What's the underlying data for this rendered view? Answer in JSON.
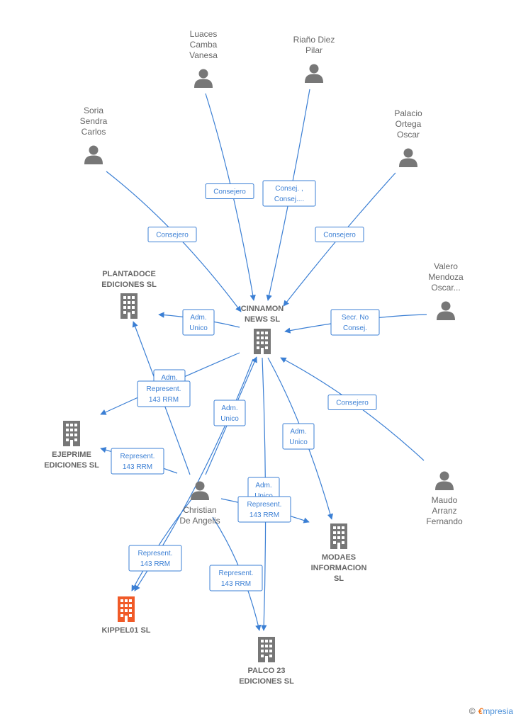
{
  "brand": {
    "symbol": "©",
    "initial": "€",
    "rest": "mpresia"
  },
  "colors": {
    "edge": "#3b7fd4",
    "node": "#777777",
    "focus_company": "#f05a28",
    "label": "#666666"
  },
  "nodes": [
    {
      "id": "luaces",
      "type": "person",
      "lines": [
        "Luaces",
        "Camba",
        "Vanesa"
      ]
    },
    {
      "id": "riano",
      "type": "person",
      "lines": [
        "Riaño Diez",
        "Pilar"
      ]
    },
    {
      "id": "soria",
      "type": "person",
      "lines": [
        "Soria",
        "Sendra",
        "Carlos"
      ]
    },
    {
      "id": "palacio",
      "type": "person",
      "lines": [
        "Palacio",
        "Ortega",
        "Oscar"
      ]
    },
    {
      "id": "valero",
      "type": "person",
      "lines": [
        "Valero",
        "Mendoza",
        "Oscar..."
      ]
    },
    {
      "id": "maudo",
      "type": "person",
      "lines": [
        "Maudo",
        "Arranz",
        "Fernando"
      ]
    },
    {
      "id": "christian",
      "type": "person",
      "lines": [
        "Christian",
        "De Angelis"
      ]
    },
    {
      "id": "cinnamon",
      "type": "company",
      "lines": [
        "CINNAMON",
        "NEWS  SL"
      ]
    },
    {
      "id": "plantadoce",
      "type": "company",
      "lines": [
        "PLANTADOCE",
        "EDICIONES  SL"
      ]
    },
    {
      "id": "ejeprime",
      "type": "company",
      "lines": [
        "EJEPRIME",
        "EDICIONES  SL"
      ]
    },
    {
      "id": "modaes",
      "type": "company",
      "lines": [
        "MODAES",
        "INFORMACION",
        "SL"
      ]
    },
    {
      "id": "kippel",
      "type": "company",
      "focus": true,
      "lines": [
        "KIPPEL01  SL"
      ]
    },
    {
      "id": "palco",
      "type": "company",
      "lines": [
        "PALCO 23",
        "EDICIONES  SL"
      ]
    }
  ],
  "edges": [
    {
      "from": "luaces",
      "to": "cinnamon",
      "label": [
        "Consejero"
      ]
    },
    {
      "from": "riano",
      "to": "cinnamon",
      "label": [
        "Consej. ,",
        "Consej...."
      ]
    },
    {
      "from": "soria",
      "to": "cinnamon",
      "label": [
        "Consejero"
      ]
    },
    {
      "from": "palacio",
      "to": "cinnamon",
      "label": [
        "Consejero"
      ]
    },
    {
      "from": "valero",
      "to": "cinnamon",
      "label": [
        "Secr.  No",
        "Consej."
      ]
    },
    {
      "from": "maudo",
      "to": "cinnamon",
      "label": [
        "Consejero"
      ]
    },
    {
      "from": "cinnamon",
      "to": "plantadoce",
      "label": [
        "Adm.",
        "Unico"
      ]
    },
    {
      "from": "cinnamon",
      "to": "ejeprime",
      "label": [
        "Adm.",
        "Unico"
      ]
    },
    {
      "from": "cinnamon",
      "to": "modaes",
      "label": [
        "Adm.",
        "Unico"
      ]
    },
    {
      "from": "cinnamon",
      "to": "palco",
      "label": [
        "Adm.",
        "Unico"
      ]
    },
    {
      "from": "cinnamon",
      "to": "kippel",
      "label": [
        "Adm.",
        "Unico"
      ]
    },
    {
      "from": "christian",
      "to": "cinnamon",
      "label": [
        "Consej. ,",
        "Consej...."
      ]
    },
    {
      "from": "christian",
      "to": "plantadoce",
      "label": [
        "Represent.",
        "143 RRM"
      ]
    },
    {
      "from": "christian",
      "to": "ejeprime",
      "label": [
        "Represent.",
        "143 RRM"
      ]
    },
    {
      "from": "christian",
      "to": "modaes",
      "label": [
        "Represent.",
        "143 RRM"
      ]
    },
    {
      "from": "christian",
      "to": "kippel",
      "label": [
        "Represent.",
        "143 RRM"
      ]
    },
    {
      "from": "christian",
      "to": "palco",
      "label": [
        "Represent.",
        "143 RRM"
      ]
    }
  ]
}
